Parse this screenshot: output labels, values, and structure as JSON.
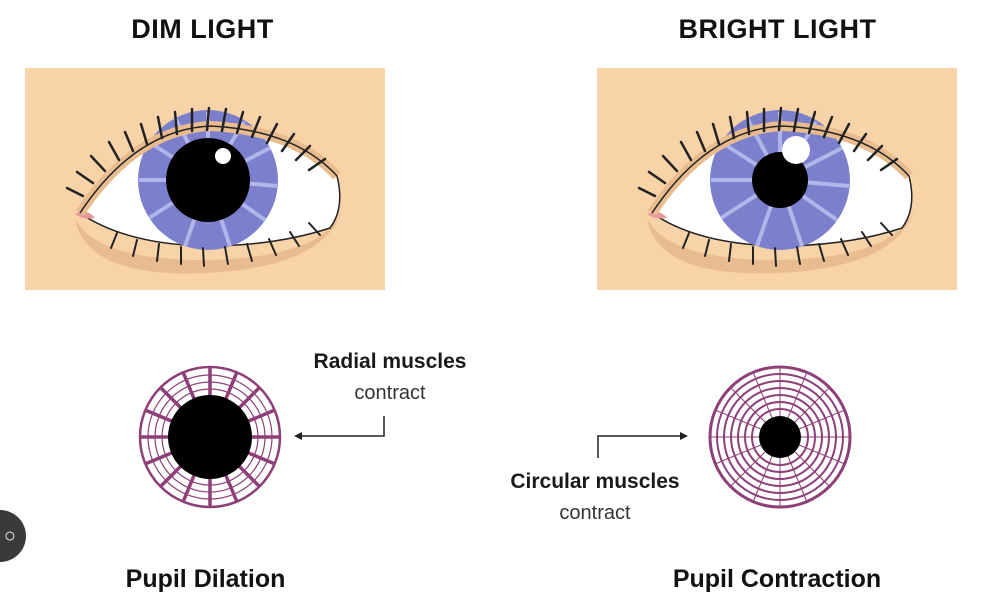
{
  "headings": {
    "dim": "DIM LIGHT",
    "bright": "BRIGHT LIGHT"
  },
  "labels": {
    "radial_title": "Radial muscles",
    "radial_sub": "contract",
    "circular_title": "Circular muscles",
    "circular_sub": "contract"
  },
  "captions": {
    "dilation": "Pupil Dilation",
    "contraction": "Pupil Contraction"
  },
  "colors": {
    "skin": "#f8d3a8",
    "skin_shadow": "#e9bc8f",
    "iris": "#7c80cc",
    "iris_light": "#b1b5ea",
    "pupil": "#000000",
    "muscle": "#8e3f78",
    "lash": "#222222"
  },
  "corner_button": {
    "icon": "search-lens-icon"
  }
}
